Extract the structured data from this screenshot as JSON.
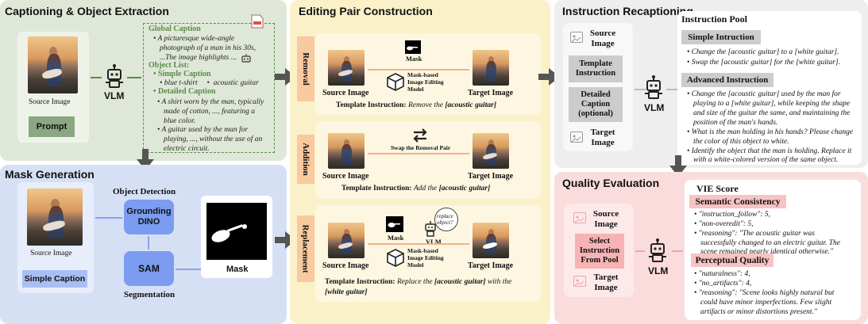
{
  "panels": {
    "captioning": {
      "title": "Captioning & Object Extraction"
    },
    "mask": {
      "title": "Mask Generation"
    },
    "editing": {
      "title": "Editing Pair Construction"
    },
    "recap": {
      "title": "Instruction Recaptioning"
    },
    "quality": {
      "title": "Quality Evaluation"
    }
  },
  "captioning": {
    "source_image_label": "Source Image",
    "prompt_label": "Prompt",
    "vlm_label": "VLM",
    "global_caption_heading": "Global Caption",
    "global_caption_lines": [
      "• A picturesque wide-angle",
      "photograph of a man in his 30s,",
      "...The image highlights ..."
    ],
    "object_list_heading": "Object List:",
    "simple_caption_heading": "• Simple Caption",
    "simple_caption_items": "• blue t-shirt     •  acoustic guitar",
    "detailed_caption_heading": "• Detailed Caption",
    "detailed_lines_1": [
      "• A shirt worn by the man, typically",
      "made of cotton, ..., featuring a",
      "blue color."
    ],
    "detailed_lines_2": [
      "• A guitar used by the man for",
      "playing, ..., without the use of an",
      "electric circuit."
    ]
  },
  "mask_gen": {
    "source_image_label": "Source Image",
    "simple_caption_button": "Simple Caption",
    "object_detection_label": "Object Detection",
    "grounding_dino": "Grounding DINO",
    "sam": "SAM",
    "segmentation_label": "Segmentation",
    "mask_label": "Mask"
  },
  "editing": {
    "removal_tag": "Removal",
    "addition_tag": "Addition",
    "replacement_tag": "Replacement",
    "mask_small": "Mask",
    "model_label": "Mask-based Image Editing Model",
    "swap_label": "Swap the Removal Pair",
    "vlm_small": "VLM",
    "bubble_text": "replace object?",
    "source_image": "Source Image",
    "target_image": "Target Image",
    "removal_instr_prefix": "Template Instruction:",
    "removal_instr_italic": "Remove the",
    "removal_instr_bold": "[acoustic guitar]",
    "addition_instr_prefix": "Template Instruction:",
    "addition_instr_italic": "Add the",
    "addition_instr_bold": "[acoustic guitar]",
    "replace_instr_prefix": "Template Instruction:",
    "replace_instr_italic": "Replace the",
    "replace_instr_bold1": "[acoustic guitar]",
    "replace_instr_mid": "with the",
    "replace_instr_bold2": "[white guitar]"
  },
  "recap": {
    "source_image": "Source Image",
    "template_instruction": "Template Instruction",
    "detailed_caption": "Detailed Caption (optional)",
    "target_image": "Target Image",
    "vlm_label": "VLM",
    "pool_title": "Instruction Pool",
    "simple_heading": "Simple Intruction",
    "simple_items": [
      "• Change the [acoustic guitar] to a [white guitar].",
      "• Swap the [acoustic guitar] for the [white guitar]."
    ],
    "advanced_heading": "Advanced Instruction",
    "advanced_items": [
      [
        "• Change the [acoustic guitar] used by the man for",
        "playing to a [white guitar], while keeping the shape",
        "and size of the guitar the same, and maintaining the",
        "position of the man's hands."
      ],
      [
        "• What is the man holding in his hands? Please change",
        "the color of this object to white."
      ],
      [
        "• Identify the object that the man is holding. Replace it",
        "with a white-colored version of the same object."
      ]
    ]
  },
  "quality": {
    "source_image": "Source Image",
    "select_instruction": "Select Instruction From Pool",
    "target_image": "Target Image",
    "vlm_label": "VLM",
    "vie_title": "VIE Score",
    "semantic_heading": "Semantic Consistency",
    "semantic_lines": [
      "• \"instruction_follow\": 5,",
      "• \"non-overedit\": 5,",
      "• \"reasoning\": \"The acoustic guitar was",
      "successfully changed to an electric guitar. The",
      "scene remained nearly identical otherwise.\""
    ],
    "perceptual_heading": "Perceptual Quality",
    "perceptual_lines": [
      "• \"naturalness\": 4,",
      "• \"no_artifacts\": 4,",
      "• \"reasoning\": \"Scene looks highly natural but",
      "could have minor imperfections. Few slight",
      "artifacts or minor distortions present.\""
    ]
  },
  "colors": {
    "green_panel": "#dfe8d8",
    "blue_panel": "#d6e0f5",
    "yellow_panel": "#fbf1c8",
    "gray_panel": "#eeeeee",
    "pink_panel": "#fbdcdc",
    "orange_tag": "#f9c9a0",
    "blue_button": "#7b9cf0",
    "gray_arrow": "#555555"
  }
}
